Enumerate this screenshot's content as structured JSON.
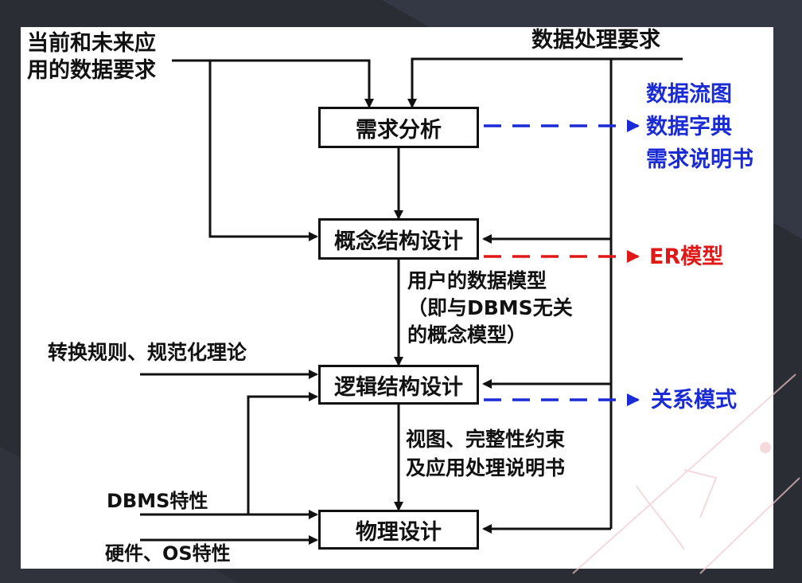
{
  "steps": {
    "requirements": "需求分析",
    "conceptual": "概念结构设计",
    "logical": "逻辑结构设计",
    "physical": "物理设计"
  },
  "inputs": {
    "app_requirements": "当前和未来应\n用的数据要求",
    "processing_requirements": "数据处理要求",
    "conversion_rules": "转换规则、规范化理论",
    "dbms_features": "DBMS特性",
    "hardware_os": "硬件、OS特性"
  },
  "flow_notes": {
    "user_model": "用户的数据模型\n（即与DBMS无关\n的概念模型）",
    "views": "视图、完整性约束\n及应用处理说明书"
  },
  "outputs": {
    "requirements_docs": "数据流图\n数据字典\n需求说明书",
    "er_model": "ER模型",
    "relational_model": "关系模式"
  },
  "colors": {
    "blue_output": "#1a2bd6",
    "red_output": "#e01818",
    "line": "#111111",
    "background": "#2b2e35"
  }
}
